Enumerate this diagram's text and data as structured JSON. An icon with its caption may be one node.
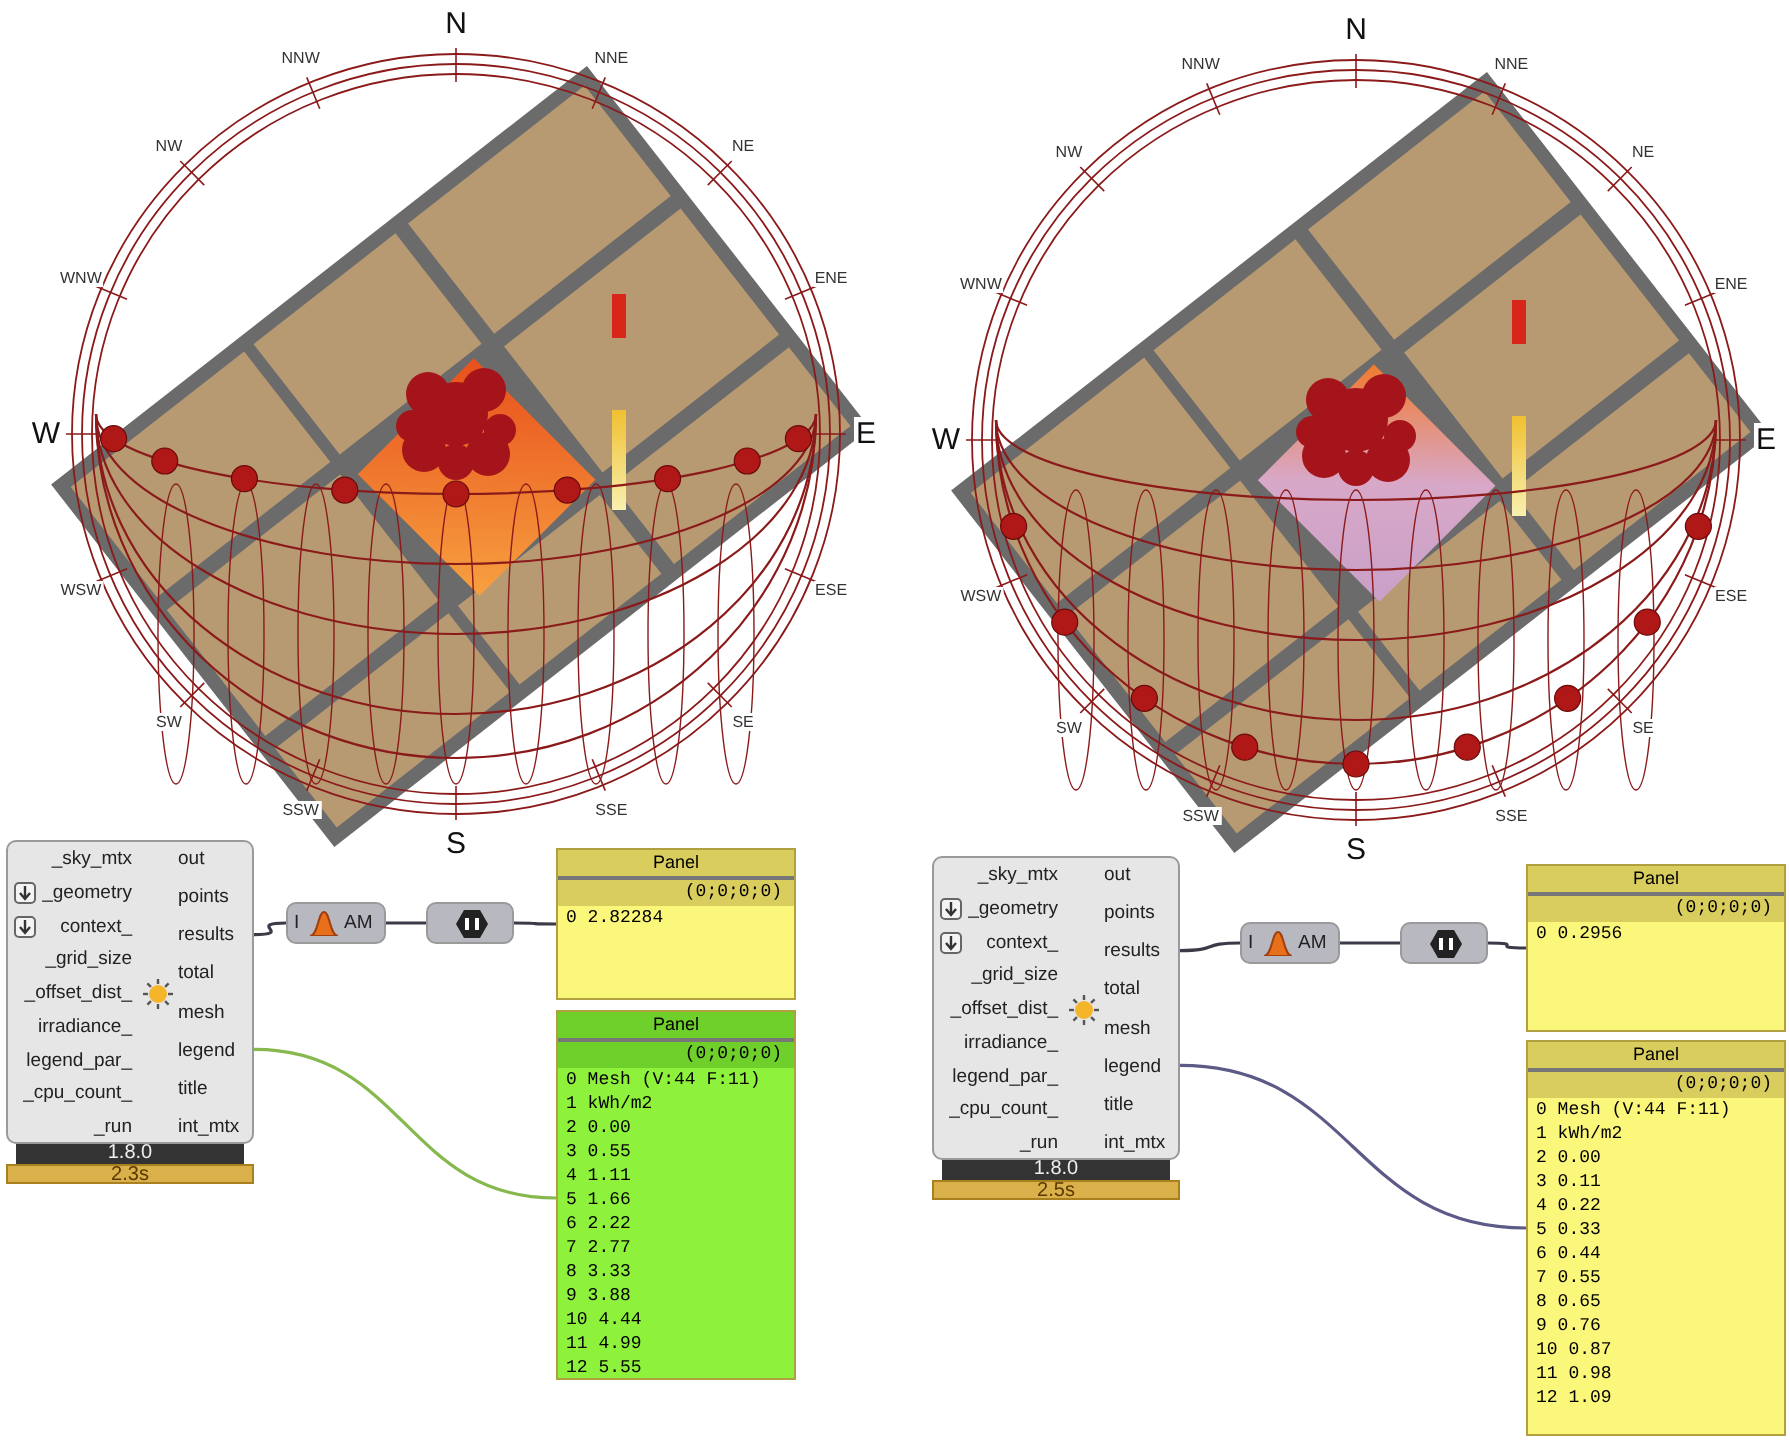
{
  "diagram": {
    "nodes": [
      {
        "text": [
          "_sky_mtx",
          "_geometry",
          "context_",
          "_grid_size",
          "_offset_dist_",
          "irradiance_",
          "legend_par_",
          "_cpu_count_",
          "_run",
          "out",
          "points",
          "results",
          "total",
          "mesh",
          "legend",
          "title",
          "int_mtx"
        ],
        "beside": [
          "1.8.0",
          "2.3s"
        ]
      },
      {
        "text": [
          "I",
          "AM"
        ]
      },
      {
        "text": [],
        "shape": "box"
      },
      {
        "text": [
          "Panel",
          "(0;0;0;0)",
          "0 2.82284"
        ]
      },
      {
        "text": [
          "Panel",
          "(0;0;0;0)",
          "0 Mesh (V:44 F:11)",
          "1 kWh/m2",
          "2 0.00",
          "3 0.55",
          "4 1.11",
          "5 1.66",
          "6 2.22",
          "7 2.77",
          "8 3.33",
          "9 3.88",
          "10 4.44",
          "11 4.99",
          "12 5.55"
        ]
      },
      {
        "text": [
          "_sky_mtx",
          "_geometry",
          "context_",
          "_grid_size",
          "_offset_dist_",
          "irradiance_",
          "legend_par_",
          "_cpu_count_",
          "_run",
          "out",
          "points",
          "results",
          "total",
          "mesh",
          "legend",
          "title",
          "int_mtx"
        ],
        "beside": [
          "1.8.0",
          "2.5s"
        ]
      },
      {
        "text": [
          "I",
          "AM"
        ]
      },
      {
        "text": [],
        "shape": "box"
      },
      {
        "text": [
          "Panel",
          "(0;0;0;0)",
          "0 0.2956"
        ]
      },
      {
        "text": [
          "Panel",
          "(0;0;0;0)",
          "0 Mesh (V:44 F:11)",
          "1 kWh/m2",
          "2 0.00",
          "3 0.11",
          "4 0.22",
          "5 0.33",
          "6 0.44",
          "7 0.55",
          "8 0.65",
          "9 0.76",
          "10 0.87",
          "11 0.98",
          "12 1.09"
        ]
      }
    ],
    "edges": [
      {
        "from": 0,
        "to": 1,
        "arrow": "none"
      },
      {
        "from": 1,
        "to": 2,
        "arrow": "none"
      },
      {
        "from": 2,
        "to": 3,
        "arrow": "none"
      },
      {
        "from": 0,
        "to": 4,
        "arrow": "none",
        "color": "#86b84e"
      },
      {
        "from": 5,
        "to": 6,
        "arrow": "none"
      },
      {
        "from": 6,
        "to": 7,
        "arrow": "none"
      },
      {
        "from": 7,
        "to": 8,
        "arrow": "none"
      },
      {
        "from": 5,
        "to": 9,
        "arrow": "none",
        "color": "#5c5a86"
      }
    ],
    "labels": [
      "N",
      "NNW",
      "NNE",
      "NW",
      "NE",
      "WNW",
      "ENE",
      "W",
      "E",
      "WSW",
      "ESE",
      "SW",
      "SE",
      "SSW",
      "SSE",
      "S",
      "N",
      "NNW",
      "NNE",
      "NW",
      "NE",
      "WNW",
      "ENE",
      "W",
      "E",
      "WSW",
      "ESE",
      "SW",
      "SE",
      "SSW",
      "SSE",
      "S"
    ]
  }
}
